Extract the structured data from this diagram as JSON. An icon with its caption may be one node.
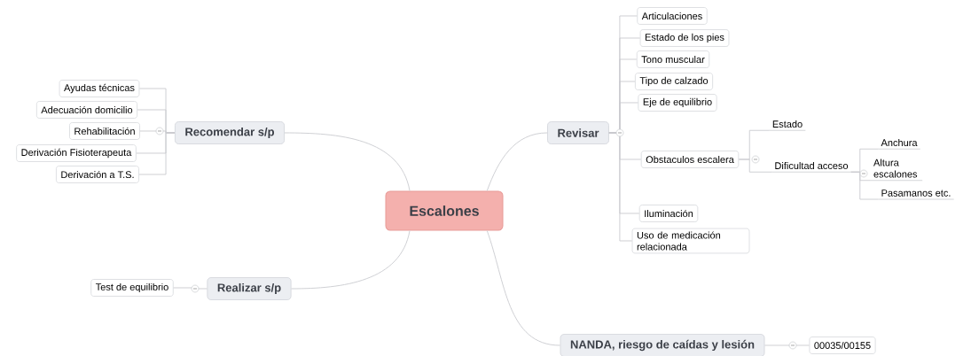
{
  "diagram": {
    "nodes": [
      {
        "text": [
          "Escalones"
        ]
      },
      {
        "text": [
          "Recomendar s/p"
        ]
      },
      {
        "text": [
          "Ayudas técnicas"
        ]
      },
      {
        "text": [
          "Adecuación domicilio"
        ]
      },
      {
        "text": [
          "Rehabilitación"
        ]
      },
      {
        "text": [
          "Derivación Fisioterapeuta"
        ]
      },
      {
        "text": [
          "Derivación a T.S."
        ]
      },
      {
        "text": [
          "Realizar s/p"
        ]
      },
      {
        "text": [
          "Test de equilibrio"
        ]
      },
      {
        "text": [
          "Revisar"
        ]
      },
      {
        "text": [
          "Articulaciones"
        ]
      },
      {
        "text": [
          "Estado de los pies"
        ]
      },
      {
        "text": [
          "Tono muscular"
        ]
      },
      {
        "text": [
          "Tipo de calzado"
        ]
      },
      {
        "text": [
          "Eje de equilibrio"
        ]
      },
      {
        "text": [
          "Obstaculos escalera"
        ]
      },
      {
        "text": [
          "Estado"
        ]
      },
      {
        "text": [
          "Dificultad acceso"
        ]
      },
      {
        "text": [
          "Anchura"
        ]
      },
      {
        "text": [
          "Altura escalones"
        ]
      },
      {
        "text": [
          "Pasamanos etc."
        ]
      },
      {
        "text": [
          "Iluminación"
        ]
      },
      {
        "text": [
          "Uso de medicación relacionada"
        ]
      },
      {
        "text": [
          "NANDA, riesgo de caídas y lesión"
        ]
      },
      {
        "text": [
          "00035/00155"
        ]
      }
    ],
    "edges": [
      {
        "from": 0,
        "to": 1,
        "arrow": "none"
      },
      {
        "from": 1,
        "to": 2,
        "arrow": "none"
      },
      {
        "from": 1,
        "to": 3,
        "arrow": "none"
      },
      {
        "from": 1,
        "to": 4,
        "arrow": "none"
      },
      {
        "from": 1,
        "to": 5,
        "arrow": "none"
      },
      {
        "from": 1,
        "to": 6,
        "arrow": "none"
      },
      {
        "from": 0,
        "to": 7,
        "arrow": "none"
      },
      {
        "from": 7,
        "to": 8,
        "arrow": "none"
      },
      {
        "from": 0,
        "to": 9,
        "arrow": "none"
      },
      {
        "from": 9,
        "to": 10,
        "arrow": "none"
      },
      {
        "from": 9,
        "to": 11,
        "arrow": "none"
      },
      {
        "from": 9,
        "to": 12,
        "arrow": "none"
      },
      {
        "from": 9,
        "to": 13,
        "arrow": "none"
      },
      {
        "from": 9,
        "to": 14,
        "arrow": "none"
      },
      {
        "from": 9,
        "to": 15,
        "arrow": "none"
      },
      {
        "from": 15,
        "to": 16,
        "arrow": "none"
      },
      {
        "from": 15,
        "to": 17,
        "arrow": "none"
      },
      {
        "from": 17,
        "to": 18,
        "arrow": "none"
      },
      {
        "from": 17,
        "to": 19,
        "arrow": "none"
      },
      {
        "from": 17,
        "to": 20,
        "arrow": "none"
      },
      {
        "from": 9,
        "to": 21,
        "arrow": "none"
      },
      {
        "from": 9,
        "to": 22,
        "arrow": "none"
      },
      {
        "from": 0,
        "to": 23,
        "arrow": "none"
      },
      {
        "from": 23,
        "to": 24,
        "arrow": "none"
      }
    ]
  }
}
